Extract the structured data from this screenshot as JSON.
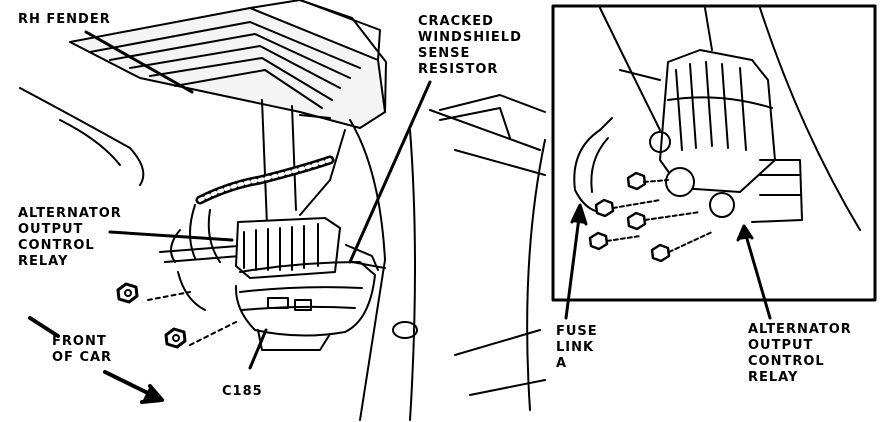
{
  "callouts": {
    "rh_fender": "RH FENDER",
    "cracked_resistor": [
      "CRACKED",
      "WINDSHIELD",
      "SENSE",
      "RESISTOR"
    ],
    "alt_relay_left": [
      "ALTERNATOR",
      "OUTPUT",
      "CONTROL",
      "RELAY"
    ],
    "front_of_car": [
      "FRONT",
      "OF CAR"
    ],
    "connector": "C185",
    "fuse_link": [
      "FUSE",
      "LINK",
      "A"
    ],
    "alt_relay_right": [
      "ALTERNATOR",
      "OUTPUT",
      "CONTROL",
      "RELAY"
    ]
  },
  "colors": {
    "ink": "#000000",
    "paper": "#ffffff"
  }
}
